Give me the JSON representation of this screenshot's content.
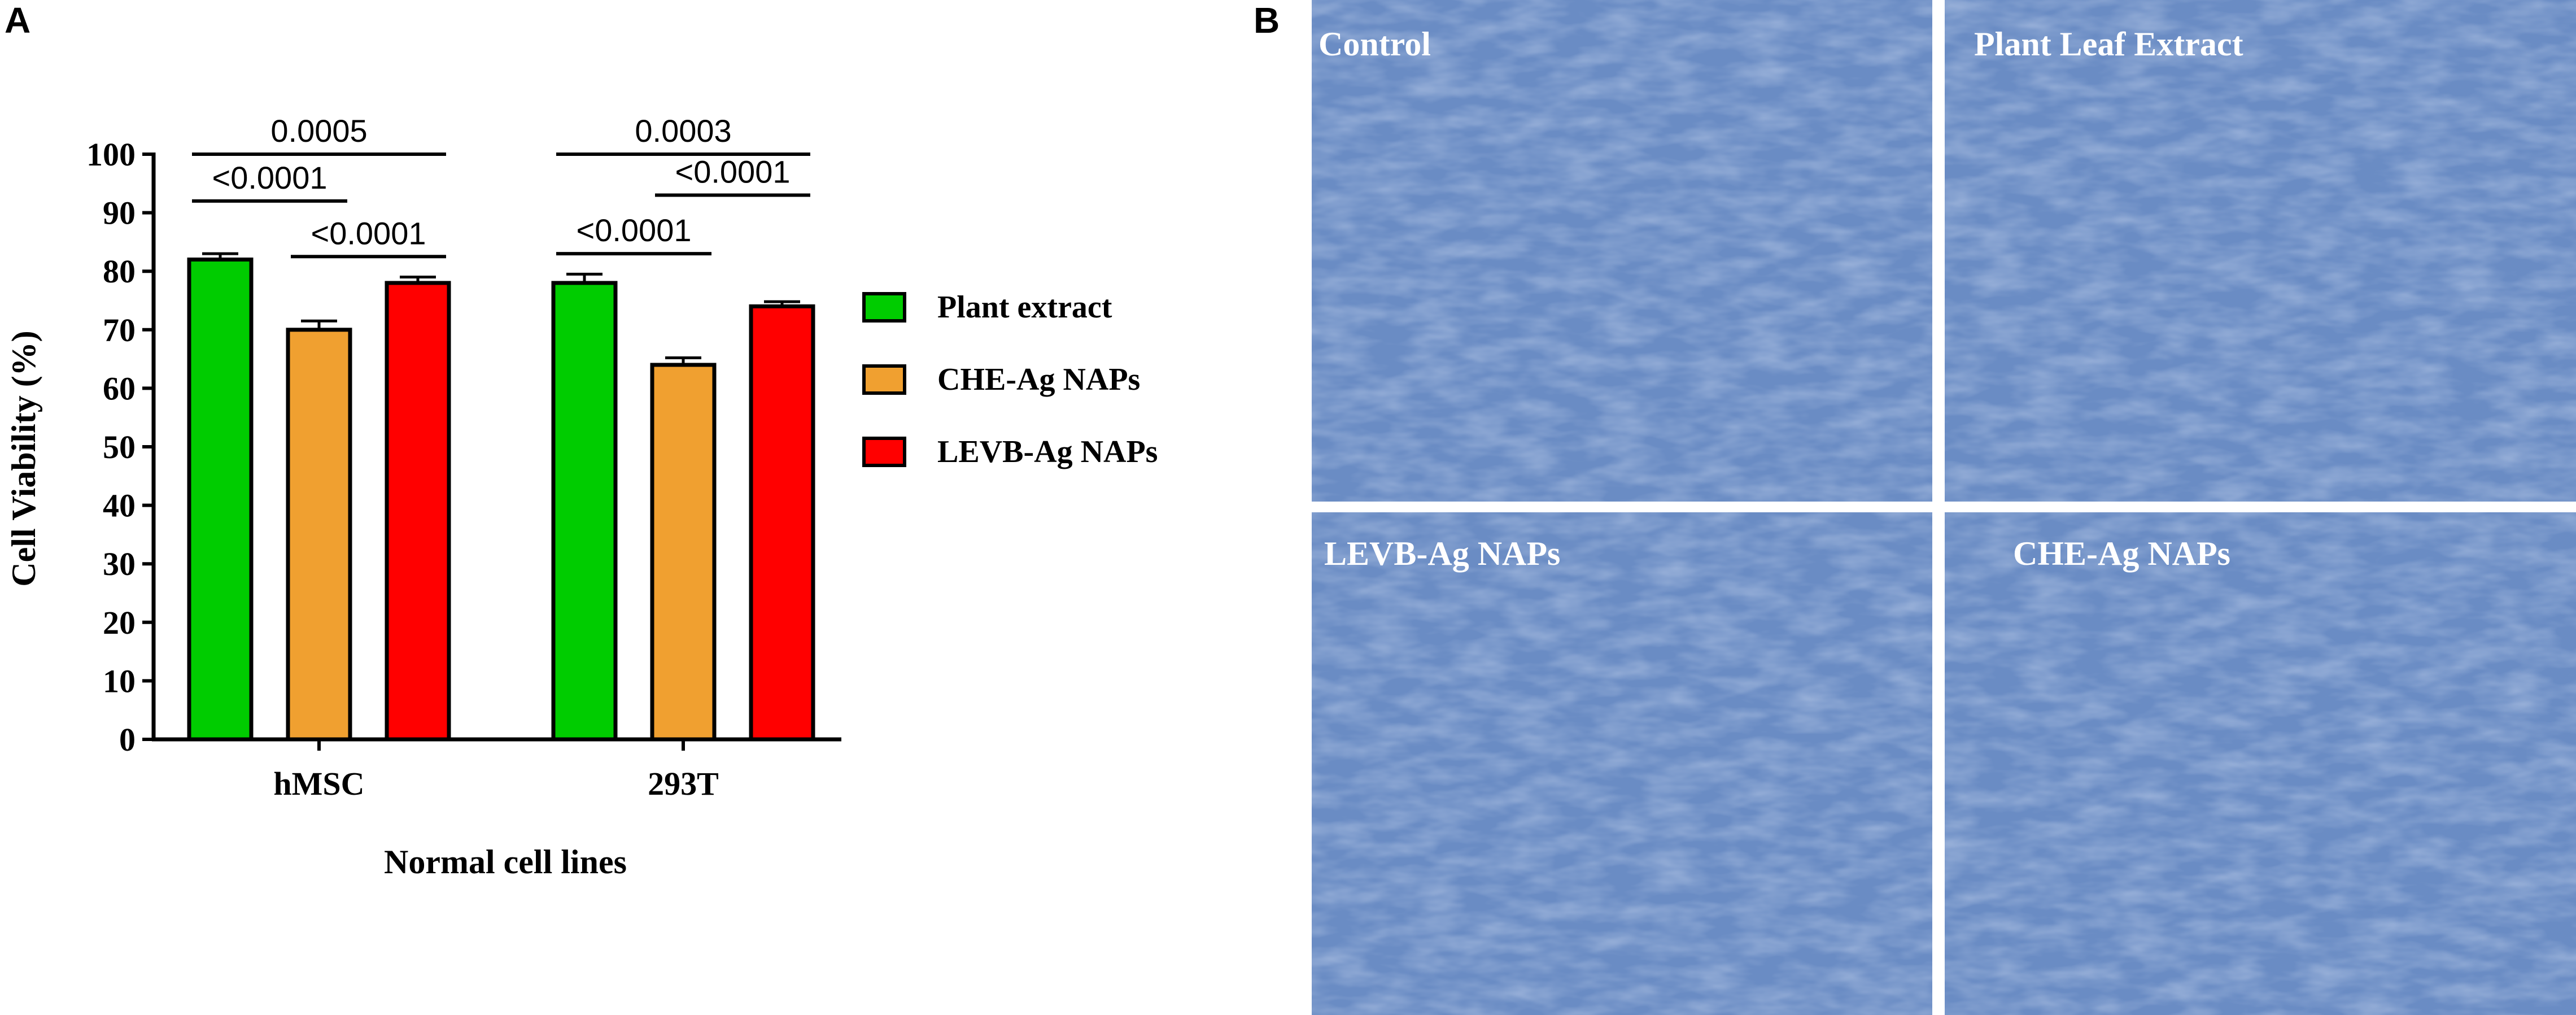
{
  "panels": {
    "a": "A",
    "b": "B"
  },
  "chart_data": {
    "type": "bar",
    "xlabel": "Normal cell lines",
    "ylabel": "Cell Viability (%)",
    "ylim": [
      0,
      100
    ],
    "yticks": [
      0,
      10,
      20,
      30,
      40,
      50,
      60,
      70,
      80,
      90,
      100
    ],
    "categories": [
      "hMSC",
      "293T"
    ],
    "grid": false,
    "legend_position": "right",
    "series": [
      {
        "name": "Plant extract",
        "color": "#00cc00",
        "values": [
          82,
          78
        ],
        "errors": [
          1.0,
          1.5
        ]
      },
      {
        "name": "CHE-Ag NAPs",
        "color": "#f0a030",
        "values": [
          70,
          64
        ],
        "errors": [
          1.5,
          1.2
        ]
      },
      {
        "name": "LEVB-Ag NAPs",
        "color": "#ff0000",
        "values": [
          78,
          74
        ],
        "errors": [
          1.0,
          0.8
        ]
      }
    ],
    "annotations": [
      {
        "category": 0,
        "from": 0,
        "to": 2,
        "text": "0.0005",
        "level": 100
      },
      {
        "category": 0,
        "from": 0,
        "to": 1,
        "text": "<0.0001",
        "level": 92
      },
      {
        "category": 0,
        "from": 1,
        "to": 2,
        "text": "<0.0001",
        "level": 82.5
      },
      {
        "category": 1,
        "from": 0,
        "to": 2,
        "text": "0.0003",
        "level": 100
      },
      {
        "category": 1,
        "from": 1,
        "to": 2,
        "text": "<0.0001",
        "level": 93
      },
      {
        "category": 1,
        "from": 0,
        "to": 1,
        "text": "<0.0001",
        "level": 83
      }
    ]
  },
  "micrographs": {
    "background": "#6a8cc4",
    "items": [
      {
        "label": "Control"
      },
      {
        "label": "Plant Leaf Extract"
      },
      {
        "label": "LEVB-Ag NAPs"
      },
      {
        "label": "CHE-Ag NAPs"
      }
    ]
  }
}
